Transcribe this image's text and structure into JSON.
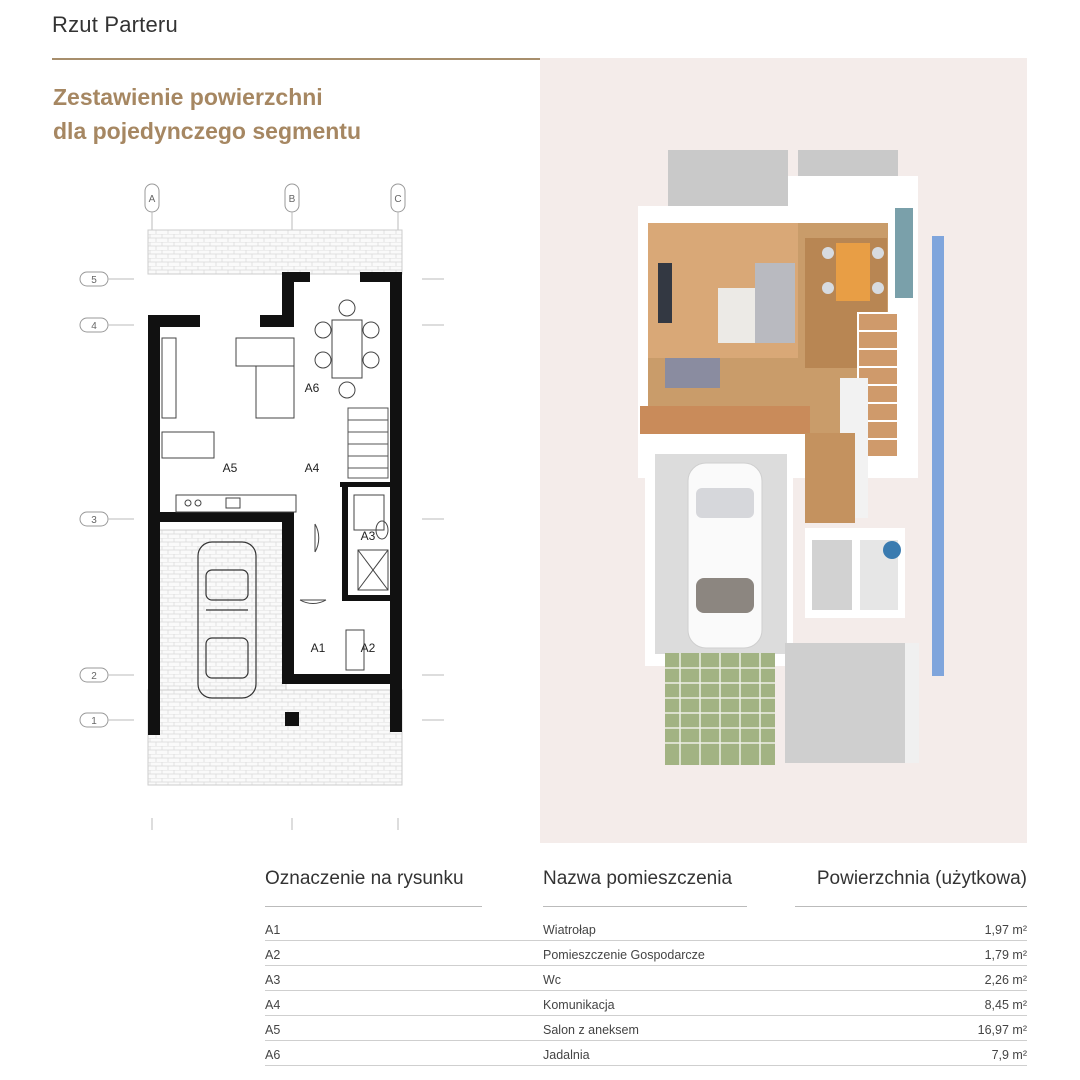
{
  "header": {
    "title": "Rzut Parteru"
  },
  "subtitle": {
    "line1": "Zestawienie powierzchni",
    "line2": "dla pojedynczego segmentu"
  },
  "plan": {
    "axis_columns": [
      "A",
      "B",
      "C"
    ],
    "axis_rows": [
      "5",
      "4",
      "3",
      "2",
      "1"
    ],
    "room_labels": [
      "A1",
      "A2",
      "A3",
      "A4",
      "A5",
      "A6"
    ]
  },
  "table": {
    "headers": [
      "Oznaczenie na rysunku",
      "Nazwa pomieszczenia",
      "Powierzchnia (użytkowa)"
    ],
    "rows": [
      {
        "code": "A1",
        "name": "Wiatrołap",
        "area": "1,97 m²"
      },
      {
        "code": "A2",
        "name": "Pomieszczenie Gospodarcze",
        "area": "1,79 m²"
      },
      {
        "code": "A3",
        "name": "Wc",
        "area": "2,26 m²"
      },
      {
        "code": "A4",
        "name": "Komunikacja",
        "area": "8,45 m²"
      },
      {
        "code": "A5",
        "name": "Salon z aneksem",
        "area": "16,97 m²"
      },
      {
        "code": "A6",
        "name": "Jadalnia",
        "area": "7,9 m²"
      }
    ]
  },
  "colors": {
    "accent": "#a68762",
    "rule": "#a78e6c",
    "render_bg": "#f4ecea"
  }
}
